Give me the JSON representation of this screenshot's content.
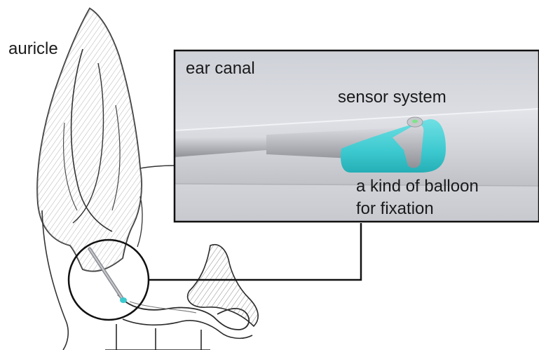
{
  "labels": {
    "auricle": "auricle",
    "ear_canal": "ear canal",
    "sensor_system": "sensor system",
    "balloon_line1": "a kind of balloon",
    "balloon_line2": "for fixation"
  },
  "colors": {
    "sketch_ink": "#2b2b2b",
    "balloon": "#3cc9cf",
    "tube": "#b9bbc2",
    "panel_bg": "#d6d8de",
    "frame": "#111111"
  }
}
